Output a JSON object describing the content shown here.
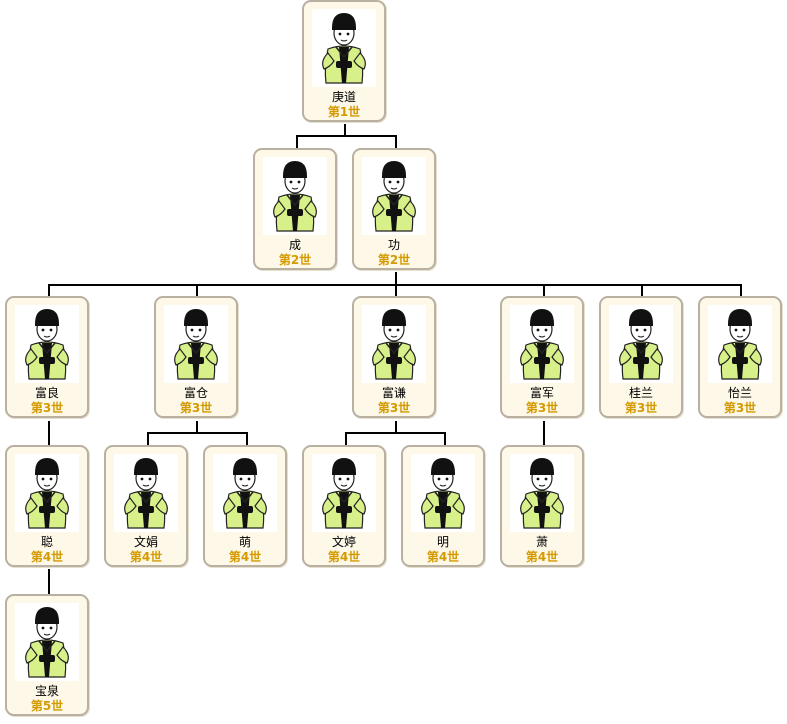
{
  "members": [
    {
      "name": "庚道",
      "generation": "第1世"
    },
    {
      "name": "成",
      "generation": "第2世"
    },
    {
      "name": "功",
      "generation": "第2世"
    },
    {
      "name": "富良",
      "generation": "第3世"
    },
    {
      "name": "富仓",
      "generation": "第3世"
    },
    {
      "name": "富谦",
      "generation": "第3世"
    },
    {
      "name": "富军",
      "generation": "第3世"
    },
    {
      "name": "桂兰",
      "generation": "第3世"
    },
    {
      "name": "怡兰",
      "generation": "第3世"
    },
    {
      "name": "聪",
      "generation": "第4世"
    },
    {
      "name": "文娟",
      "generation": "第4世"
    },
    {
      "name": "萌",
      "generation": "第4世"
    },
    {
      "name": "文婷",
      "generation": "第4世"
    },
    {
      "name": "明",
      "generation": "第4世"
    },
    {
      "name": "萧",
      "generation": "第4世"
    },
    {
      "name": "宝泉",
      "generation": "第5世"
    }
  ],
  "relations": [
    {
      "parent": 0,
      "children": [
        1,
        2
      ]
    },
    {
      "parent": 2,
      "children": [
        3,
        4,
        5,
        6,
        7,
        8
      ]
    },
    {
      "parent": 3,
      "children": [
        9
      ]
    },
    {
      "parent": 4,
      "children": [
        10,
        11
      ]
    },
    {
      "parent": 5,
      "children": [
        12,
        13
      ]
    },
    {
      "parent": 6,
      "children": [
        14
      ]
    },
    {
      "parent": 9,
      "children": [
        15
      ]
    }
  ],
  "colors": {
    "robe": "#d8f08a",
    "hat": "#111111",
    "border": "#b8b0a0",
    "generation_text": "#d49a00"
  }
}
